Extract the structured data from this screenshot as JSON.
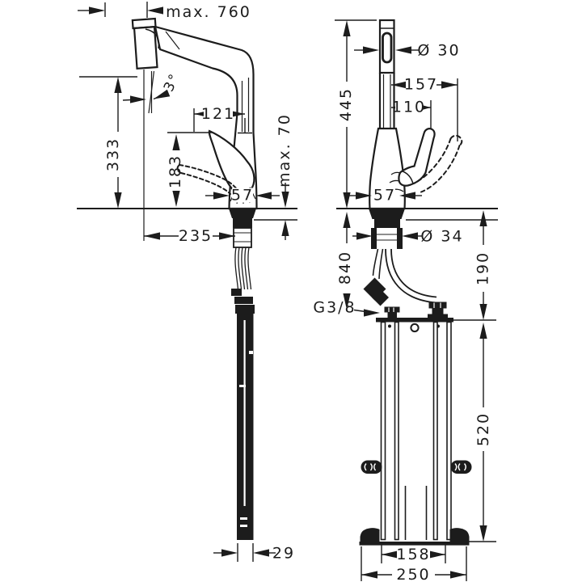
{
  "drawing": {
    "title": "Kitchen mixer tap technical dimension drawing, two views with installation bracket",
    "colors": {
      "ink": "#1c1c1c",
      "paper": "#ffffff"
    },
    "front": {
      "pullout": "max. 760",
      "angle": "3°",
      "spout_height": "333",
      "handle_offset": "121",
      "handle_height": "183",
      "deck_thickness": "max. 70",
      "body_width": "57",
      "spout_reach": "235",
      "rod_width": "29"
    },
    "side": {
      "head_diameter": "Ø 30",
      "total_height": "445",
      "lever_reach_max": "157",
      "lever_reach": "110",
      "body_width": "57",
      "shank_diameter": "Ø 34",
      "hose_length": "840",
      "clearance": "190",
      "thread": "G3/8",
      "bracket_height": "520",
      "bracket_width": "158",
      "base_width": "250"
    }
  }
}
